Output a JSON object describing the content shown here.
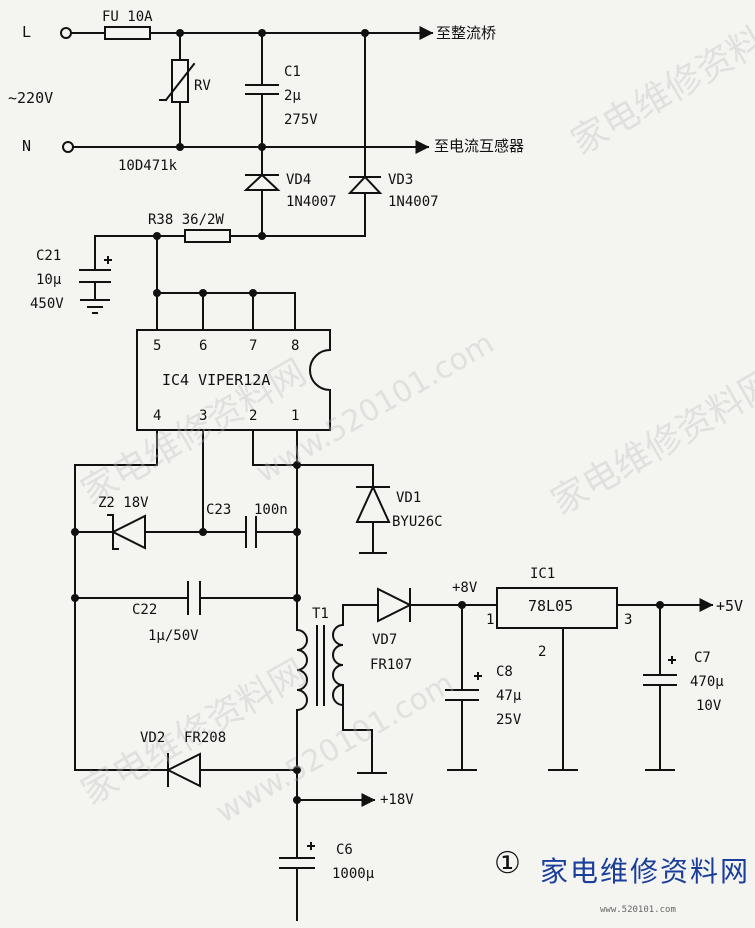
{
  "terminals": {
    "L": "L",
    "N": "N",
    "mains": "~220V"
  },
  "outputs": {
    "bridge": "至整流桥",
    "current_transformer": "至电流互感器",
    "plus5v": "+5V",
    "plus18v": "+18V",
    "plus8v": "+8V"
  },
  "components": {
    "fuse": "FU 10A",
    "varistor": "RV",
    "varistor_part": "10D471k",
    "c1": "C1",
    "c1_value": "2μ",
    "c1_voltage": "275V",
    "vd4": "VD4",
    "vd4_part": "1N4007",
    "vd3": "VD3",
    "vd3_part": "1N4007",
    "r38": "R38 36/2W",
    "c21": "C21",
    "c21_value": "10μ",
    "c21_voltage": "450V",
    "ic4": "IC4 VIPER12A",
    "ic4_pins_top": [
      "5",
      "6",
      "7",
      "8"
    ],
    "ic4_pins_bottom": [
      "4",
      "3",
      "2",
      "1"
    ],
    "vd1": "VD1",
    "vd1_part": "BYU26C",
    "z2": "Z2 18V",
    "c23": "C23",
    "c23_value": "100n",
    "c22": "C22",
    "c22_value": "1μ/50V",
    "t1": "T1",
    "vd7": "VD7",
    "vd7_part": "FR107",
    "vd2": "VD2",
    "vd2_part": "FR208",
    "c6": "C6",
    "c6_value": "1000μ",
    "ic1": "IC1",
    "ic1_part": "78L05",
    "ic1_pin1": "1",
    "ic1_pin2": "2",
    "ic1_pin3": "3",
    "c8": "C8",
    "c8_value": "47μ",
    "c8_voltage": "25V",
    "c7": "C7",
    "c7_value": "470μ",
    "c7_voltage": "10V"
  },
  "watermarks": [
    "家电维修资料网",
    "www.520101.com"
  ],
  "badge": "①",
  "brand": "家电维修资料网",
  "site": "www.520101.com"
}
